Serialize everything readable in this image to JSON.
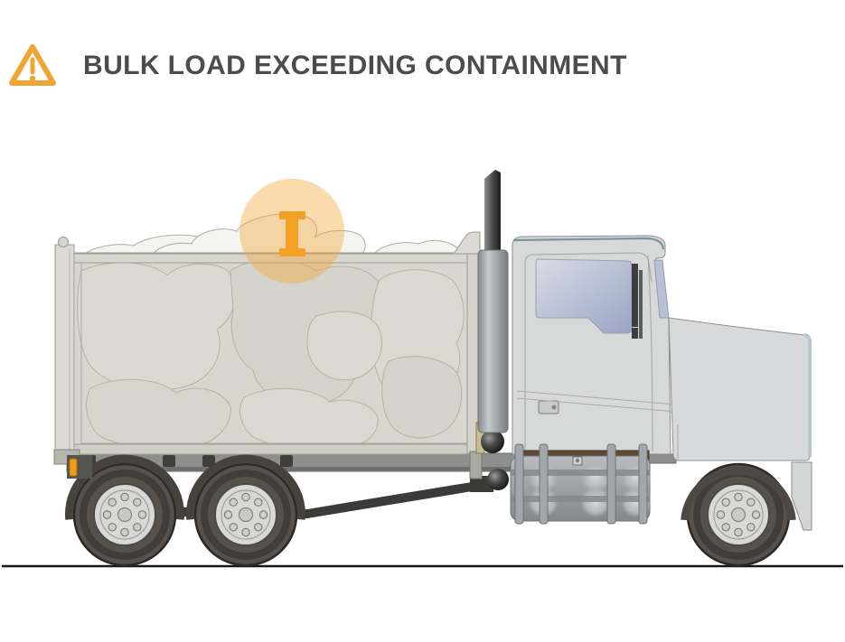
{
  "header": {
    "title": "BULK LOAD EXCEEDING CONTAINMENT",
    "warning_icon": "warning-triangle"
  },
  "illustration": {
    "subject": "dump-truck-side-view",
    "load": "boulders-overflowing-above-bed-rail",
    "overload_indicator": "capital-i-height-marker"
  },
  "colors": {
    "accent_orange": "#F2A432",
    "indicator_orange": "#F0A126",
    "highlight_orange": "#F6A738",
    "highlight_opacity": "0.42",
    "marker_light_orange": "#EF9B1B",
    "title_gray": "#4C4C4C"
  }
}
